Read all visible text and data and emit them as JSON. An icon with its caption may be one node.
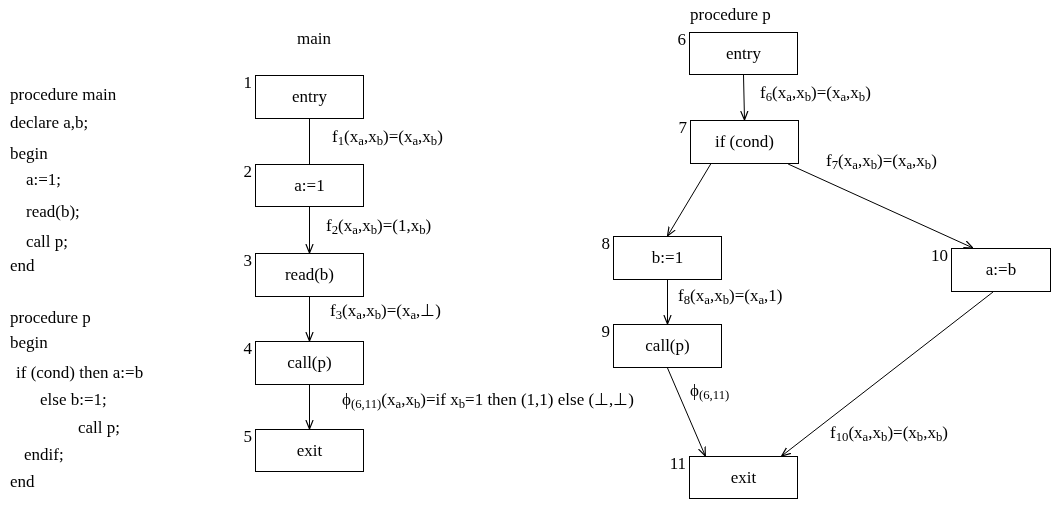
{
  "diagram": {
    "nodes": [
      {
        "text": [
          "entry"
        ],
        "beside": [
          "1"
        ]
      },
      {
        "text": [
          "a:=1"
        ],
        "beside": [
          "2"
        ]
      },
      {
        "text": [
          "read(b)"
        ],
        "beside": [
          "3"
        ]
      },
      {
        "text": [
          "call(p)"
        ],
        "beside": [
          "4"
        ]
      },
      {
        "text": [
          "exit"
        ],
        "beside": [
          "5"
        ]
      },
      {
        "text": [
          "entry"
        ],
        "beside": [
          "6"
        ]
      },
      {
        "text": [
          "if (cond)"
        ],
        "beside": [
          "7"
        ]
      },
      {
        "text": [
          "b:=1"
        ],
        "beside": [
          "8"
        ]
      },
      {
        "text": [
          "call(p)"
        ],
        "beside": [
          "9"
        ]
      },
      {
        "text": [
          "a:=b"
        ],
        "beside": [
          "10"
        ]
      },
      {
        "text": [
          "exit"
        ],
        "beside": [
          "11"
        ]
      }
    ],
    "edges": [
      {
        "from": 0,
        "to": 1,
        "arrow": "none",
        "label": "f$_{1}$(x$_{a}$,x$_{b}$)=(x$_{a}$,x$_{b}$)"
      },
      {
        "from": 1,
        "to": 2,
        "arrow": "to",
        "label": "f$_{2}$(x$_{a}$,x$_{b}$)=(1,x$_{b}$)"
      },
      {
        "from": 2,
        "to": 3,
        "arrow": "to",
        "label": "f$_{3}$(x$_{a}$,x$_{b}$)=(x$_{a}$,⊥)"
      },
      {
        "from": 3,
        "to": 4,
        "arrow": "to",
        "label": "ϕ$_{(6,11)}$(x$_{a}$,x$_{b}$)=if x$_{b}$=1 then (1,1) else (⊥,⊥)"
      },
      {
        "from": 5,
        "to": 6,
        "arrow": "to",
        "label": "f$_{6}$(x$_{a}$,x$_{b}$)=(x$_{a}$,x$_{b}$)"
      },
      {
        "from": 6,
        "to": 7,
        "arrow": "to"
      },
      {
        "from": 6,
        "to": 9,
        "arrow": "to",
        "label": "f$_{7}$(x$_{a}$,x$_{b}$)=(x$_{a}$,x$_{b}$)"
      },
      {
        "from": 7,
        "to": 8,
        "arrow": "to",
        "label": "f$_{8}$(x$_{a}$,x$_{b}$)=(x$_{a}$,1)"
      },
      {
        "from": 8,
        "to": 10,
        "arrow": "to",
        "label": "ϕ$_{(6,11)}$"
      },
      {
        "from": 9,
        "to": 10,
        "arrow": "to",
        "label": "f$_{10}$(x$_{a}$,x$_{b}$)=(x$_{b}$,x$_{b}$)"
      }
    ],
    "labels": [
      "procedure main",
      "declare a,b;",
      "begin",
      "a:=1;",
      "read(b);",
      "call p;",
      "end",
      "procedure p",
      "begin",
      "if (cond) then a:=b",
      "else b:=1;",
      "call p;",
      "endif;",
      "end",
      "main",
      "procedure p"
    ]
  }
}
